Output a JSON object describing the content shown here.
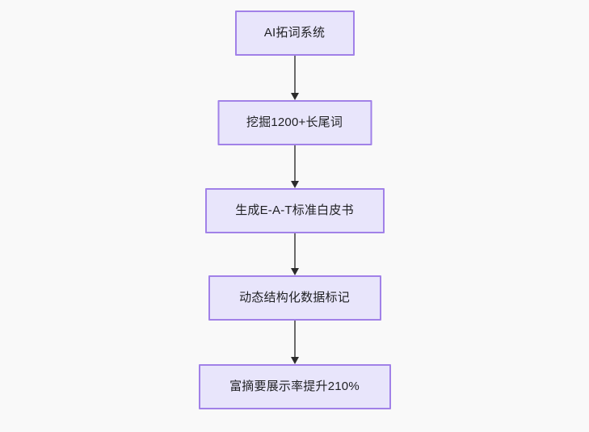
{
  "diagram": {
    "type": "flowchart",
    "direction": "top-to-bottom",
    "background_color": "#f9f9f9",
    "node_fill_color": "#e8e5fb",
    "node_border_color": "#a181e8",
    "node_text_color": "#1f2023",
    "edge_color": "#6b6b6b",
    "arrowhead_color": "#2b2b2b",
    "nodes": [
      {
        "id": "n0",
        "label": "AI拓词系统"
      },
      {
        "id": "n1",
        "label": "挖掘1200+长尾词"
      },
      {
        "id": "n2",
        "label": "生成E-A-T标准白皮书"
      },
      {
        "id": "n3",
        "label": "动态结构化数据标记"
      },
      {
        "id": "n4",
        "label": "富摘要展示率提升210%"
      }
    ],
    "edges": [
      {
        "from": "n0",
        "to": "n1",
        "label": ""
      },
      {
        "from": "n1",
        "to": "n2",
        "label": ""
      },
      {
        "from": "n2",
        "to": "n3",
        "label": ""
      },
      {
        "from": "n3",
        "to": "n4",
        "label": ""
      }
    ]
  }
}
